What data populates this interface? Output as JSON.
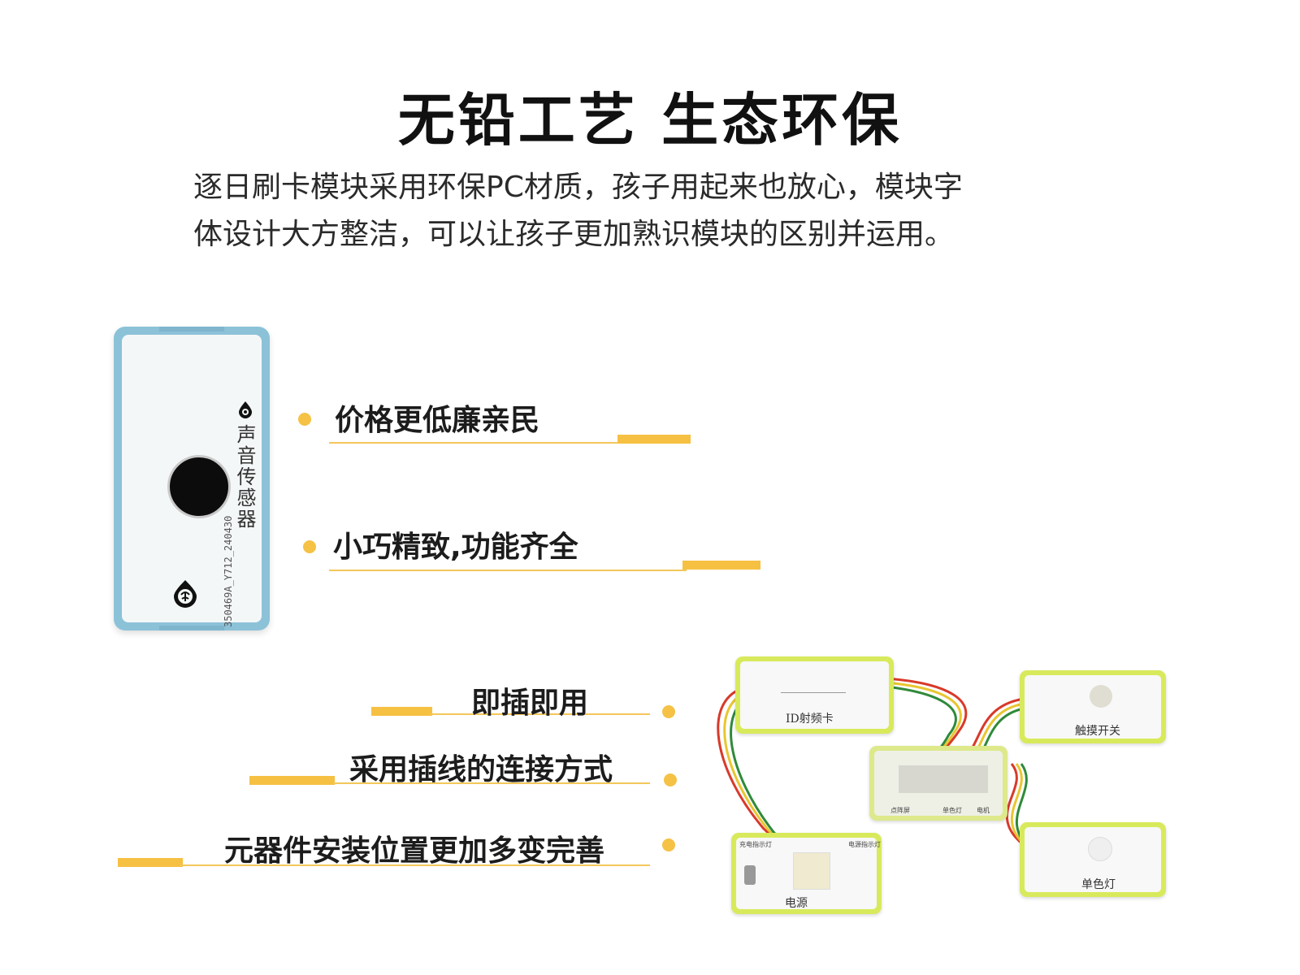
{
  "header": {
    "title": "无铅工艺 生态环保",
    "intro_line1": "逐日刷卡模块采用环保PC材质，孩子用起来也放心，模块字",
    "intro_line2": "体设计大方整洁，可以让孩子更加熟识模块的区别并运用。"
  },
  "features": [
    {
      "label": "价格更低廉亲民"
    },
    {
      "label": "小巧精致,功能齐全"
    },
    {
      "label": "即插即用"
    },
    {
      "label": "采用插线的连接方式"
    },
    {
      "label": "元器件安装位置更加多变完善"
    }
  ],
  "sensor_module": {
    "name": "声音传感器",
    "code": "350469A_Y712_240430"
  },
  "kit_modules": {
    "id_card": "ID射频卡",
    "touch_switch": "触摸开关",
    "controller_lattice": "点阵屏",
    "controller_single": "单色灯",
    "controller_motor": "电机",
    "power": "电源",
    "power_charge_light": "充电指示灯",
    "power_indicator": "电源指示灯",
    "single_light": "单色灯"
  },
  "colors": {
    "accent": "#f5c246",
    "module_green": "#d8ea5b",
    "sensor_blue": "#8cc2d8"
  }
}
